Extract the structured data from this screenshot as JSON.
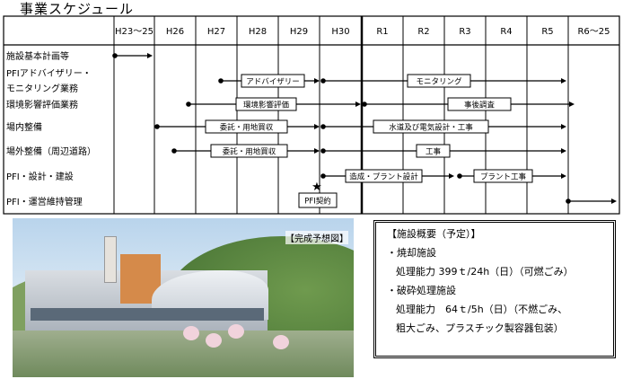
{
  "title": "事業スケジュール",
  "schedule": {
    "years": [
      "H23～25",
      "H26",
      "H27",
      "H28",
      "H29",
      "H30",
      "R1",
      "R2",
      "R3",
      "R4",
      "R5",
      "R6～25"
    ],
    "rows": [
      {
        "label": [
          "施設基本計画等"
        ],
        "tasks": []
      },
      {
        "label": [
          "PFIアドバイザリー・",
          "モニタリング業務"
        ],
        "tasks": [
          "アドバイザリー",
          "モニタリング"
        ]
      },
      {
        "label": [
          "環境影響評価業務"
        ],
        "tasks": [
          "環境影響評価",
          "事後調査"
        ]
      },
      {
        "label": [
          "場内整備"
        ],
        "tasks": [
          "委託・用地買収",
          "水道及び電気設計・工事"
        ]
      },
      {
        "label": [
          "場外整備（周辺道路）"
        ],
        "tasks": [
          "委託・用地買収",
          "工事"
        ]
      },
      {
        "label": [
          "PFI・設計・建設"
        ],
        "tasks": [
          "造成・プラント設計",
          "プラント工事"
        ]
      },
      {
        "label": [
          "PFI・運営維持管理"
        ],
        "tasks": []
      }
    ],
    "milestone": "PFI契約"
  },
  "photo": {
    "caption": "【完成予想図】"
  },
  "overview": {
    "heading": "【施設概要（予定）】",
    "lines": [
      "・焼却施設",
      "処理能力 399ｔ/24h（日）（可燃ごみ）",
      "・破砕処理施設",
      "処理能力　64ｔ/5h（日）（不燃ごみ、",
      "粗大ごみ、プラスチック製容器包装）"
    ]
  }
}
